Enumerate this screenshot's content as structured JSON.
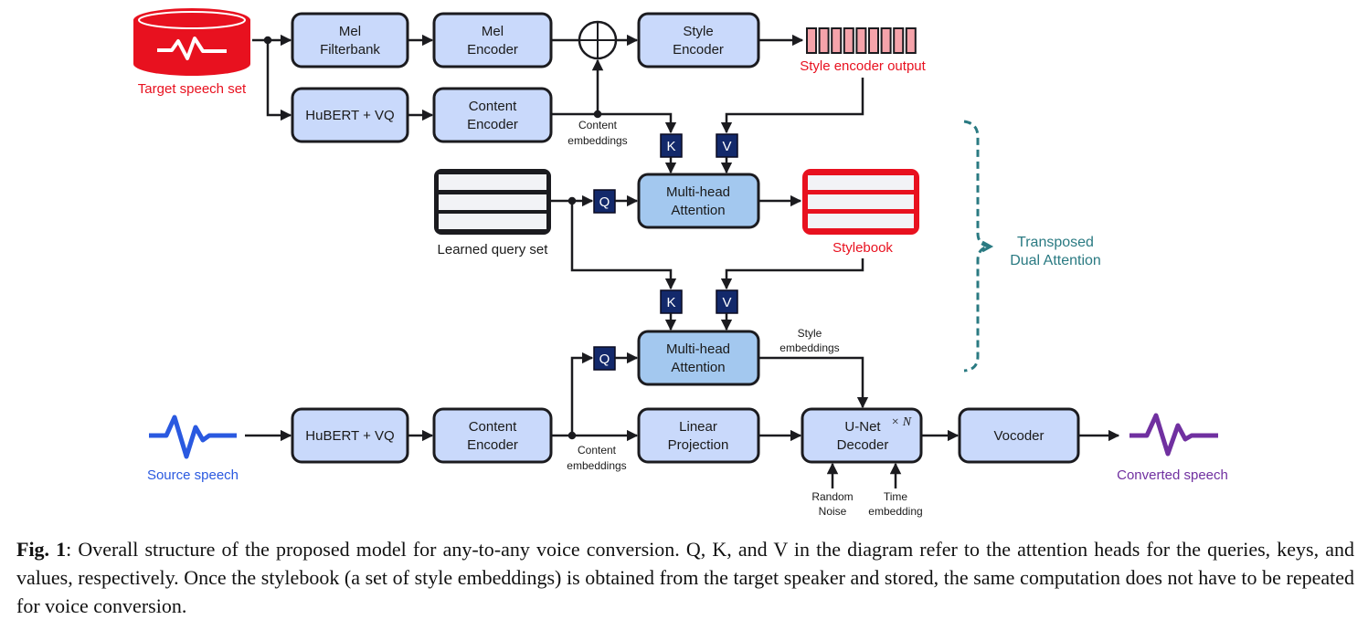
{
  "colors": {
    "box_fill": "#c9d9fb",
    "attention_fill": "#a3c8ef",
    "stroke": "#1b1b1f",
    "qkv_fill": "#13296b",
    "red": "#e8111f",
    "pink_cell": "#f5a3aa",
    "blue": "#2a59e0",
    "purple": "#7030a0",
    "teal": "#2a7a82",
    "query_cell": "#f2f3f6"
  },
  "icons": {
    "target_speech": "database-waveform-icon",
    "source_speech": "waveform-icon",
    "converted_speech": "waveform-icon",
    "sum": "circle-plus-icon",
    "brace": "dashed-brace-icon"
  },
  "diagram": {
    "target_speech_label": "Target speech set",
    "mel_filterbank": [
      "Mel",
      "Filterbank"
    ],
    "mel_encoder": [
      "Mel",
      "Encoder"
    ],
    "hubert_vq_top": "HuBERT + VQ",
    "content_encoder_top": [
      "Content",
      "Encoder"
    ],
    "content_embeddings_top": [
      "Content",
      "embeddings"
    ],
    "style_encoder": [
      "Style",
      "Encoder"
    ],
    "style_encoder_output_label": "Style encoder output",
    "style_encoder_output_cells": 9,
    "k_label": "K",
    "v_label": "V",
    "q_label": "Q",
    "mha_top": [
      "Multi-head",
      "Attention"
    ],
    "learned_query_set_label": "Learned query set",
    "stylebook_label": "Stylebook",
    "mha_bottom": [
      "Multi-head",
      "Attention"
    ],
    "style_embeddings": [
      "Style",
      "embeddings"
    ],
    "transposed_dual_attention": [
      "Transposed",
      "Dual Attention"
    ],
    "source_speech_label": "Source speech",
    "hubert_vq_bottom": "HuBERT + VQ",
    "content_encoder_bottom": [
      "Content",
      "Encoder"
    ],
    "content_embeddings_bottom": [
      "Content",
      "embeddings"
    ],
    "linear_projection": [
      "Linear",
      "Projection"
    ],
    "unet_decoder": [
      "U-Net",
      "Decoder"
    ],
    "unet_repeat": "× N",
    "random_noise": [
      "Random",
      "Noise"
    ],
    "time_embedding": [
      "Time",
      "embedding"
    ],
    "vocoder": "Vocoder",
    "converted_speech_label": "Converted speech"
  },
  "caption": {
    "fig_label": "Fig. 1",
    "text": ": Overall structure of the proposed model for any-to-any voice conversion.  Q, K, and V in the diagram refer to the attention heads for the queries, keys, and values, respectively. Once the stylebook (a set of style embeddings) is obtained from the target speaker and stored, the same computation does not have to be repeated for voice conversion."
  }
}
